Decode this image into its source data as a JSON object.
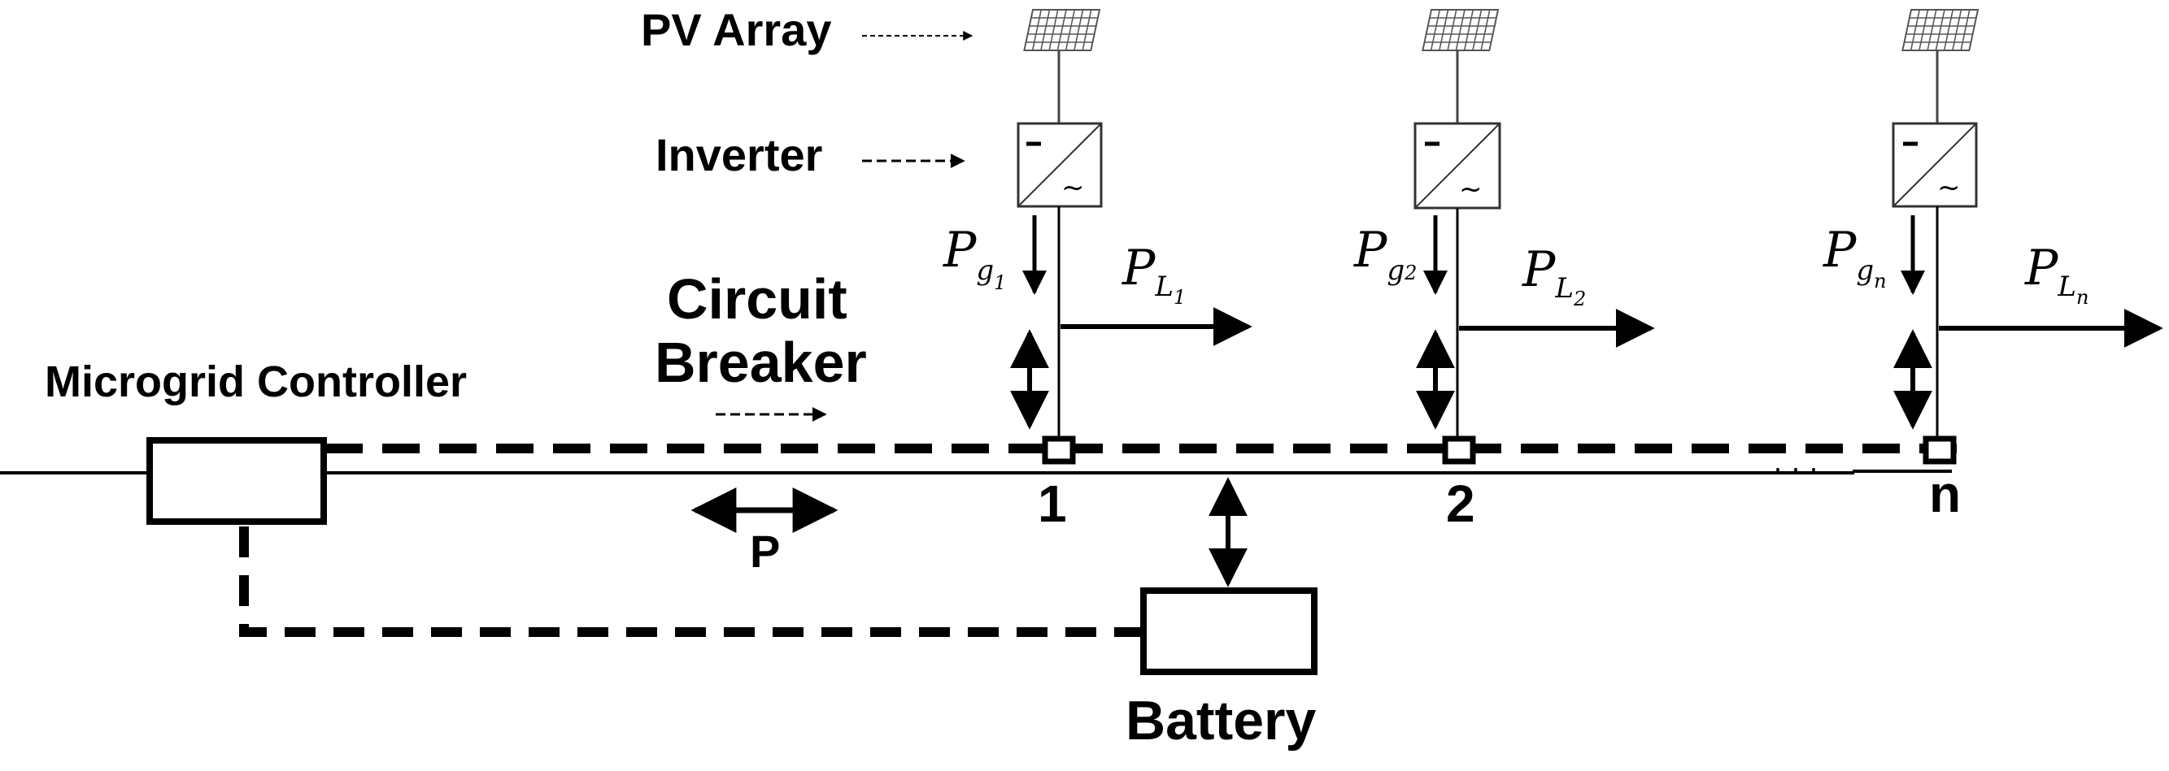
{
  "labels": {
    "pv_array": "PV Array",
    "inverter": "Inverter",
    "circuit_breaker_line1": "Circuit",
    "circuit_breaker_line2": "Breaker",
    "microgrid_controller": "Microgrid Controller",
    "battery": "Battery",
    "power_flow": "P",
    "ellipsis": "· · ·"
  },
  "nodes": [
    {
      "id": "1",
      "gen_symbol": "P",
      "gen_sub": "g",
      "gen_index": "1",
      "load_symbol": "P",
      "load_sub": "L",
      "load_index": "1"
    },
    {
      "id": "2",
      "gen_symbol": "P",
      "gen_sub": "g",
      "gen_index": "2",
      "load_symbol": "P",
      "load_sub": "L",
      "load_index": "2"
    },
    {
      "id": "n",
      "gen_symbol": "P",
      "gen_sub": "g",
      "gen_index": "n",
      "load_symbol": "P",
      "load_sub": "L",
      "load_index": "n"
    }
  ],
  "colors": {
    "line": "#000000",
    "panel": "#555555",
    "background": "#ffffff"
  }
}
